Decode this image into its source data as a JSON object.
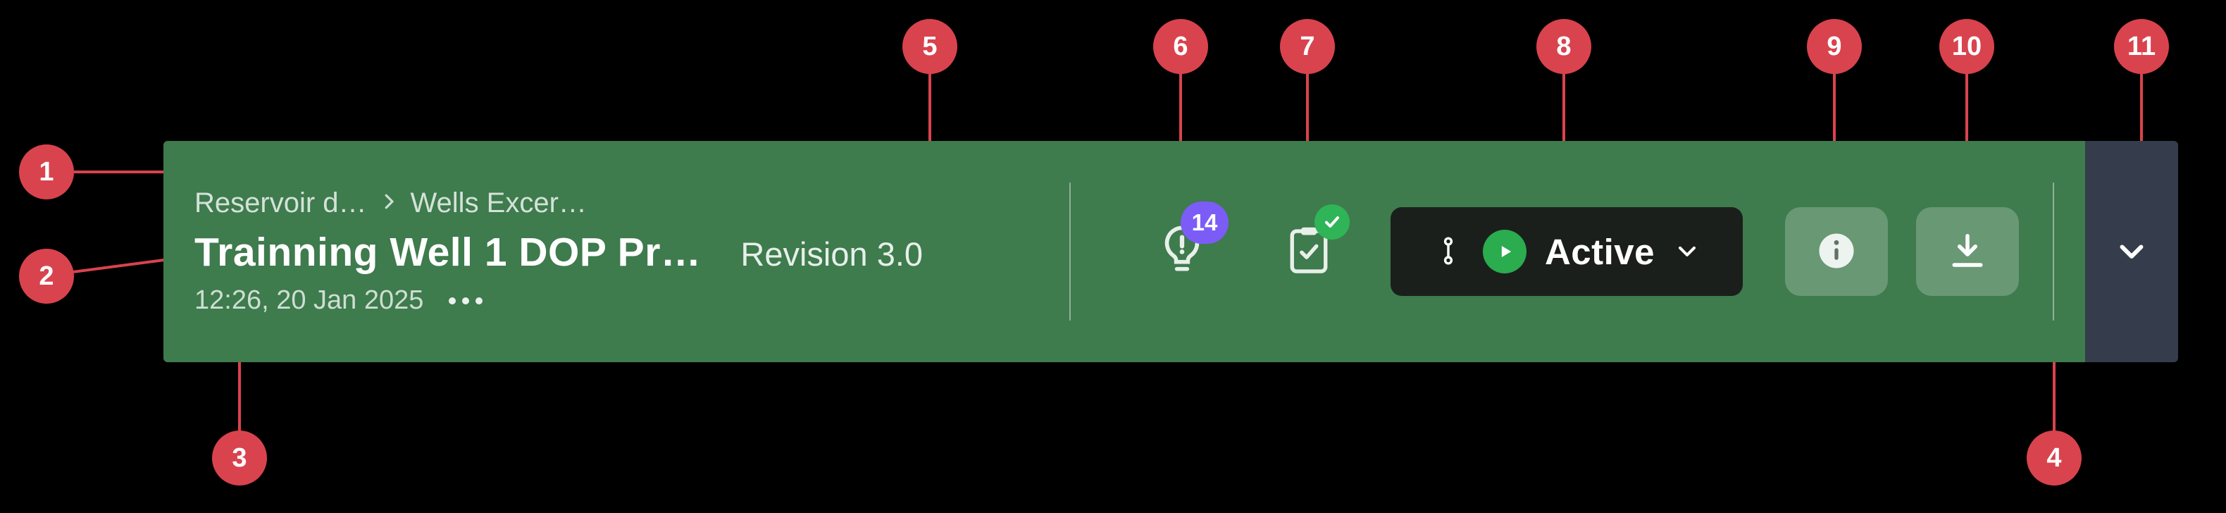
{
  "header": {
    "breadcrumb": {
      "item1": "Reservoir d…",
      "item2": "Wells Excer…"
    },
    "title": "Trainning Well 1 DOP Pr…",
    "revision": "Revision 3.0",
    "timestamp": "12:26, 20 Jan 2025",
    "notification_count": "14",
    "status": {
      "label": "Active"
    }
  },
  "callouts": [
    "1",
    "2",
    "3",
    "4",
    "5",
    "6",
    "7",
    "8",
    "9",
    "10",
    "11"
  ],
  "colors": {
    "bar_green": "#3E7B4D",
    "callout_red": "#D9434E",
    "badge_purple": "#7C5CF6",
    "badge_green": "#2FB457",
    "status_button_bg": "#1B1F1C",
    "collapse_section_bg": "#353C4B"
  }
}
